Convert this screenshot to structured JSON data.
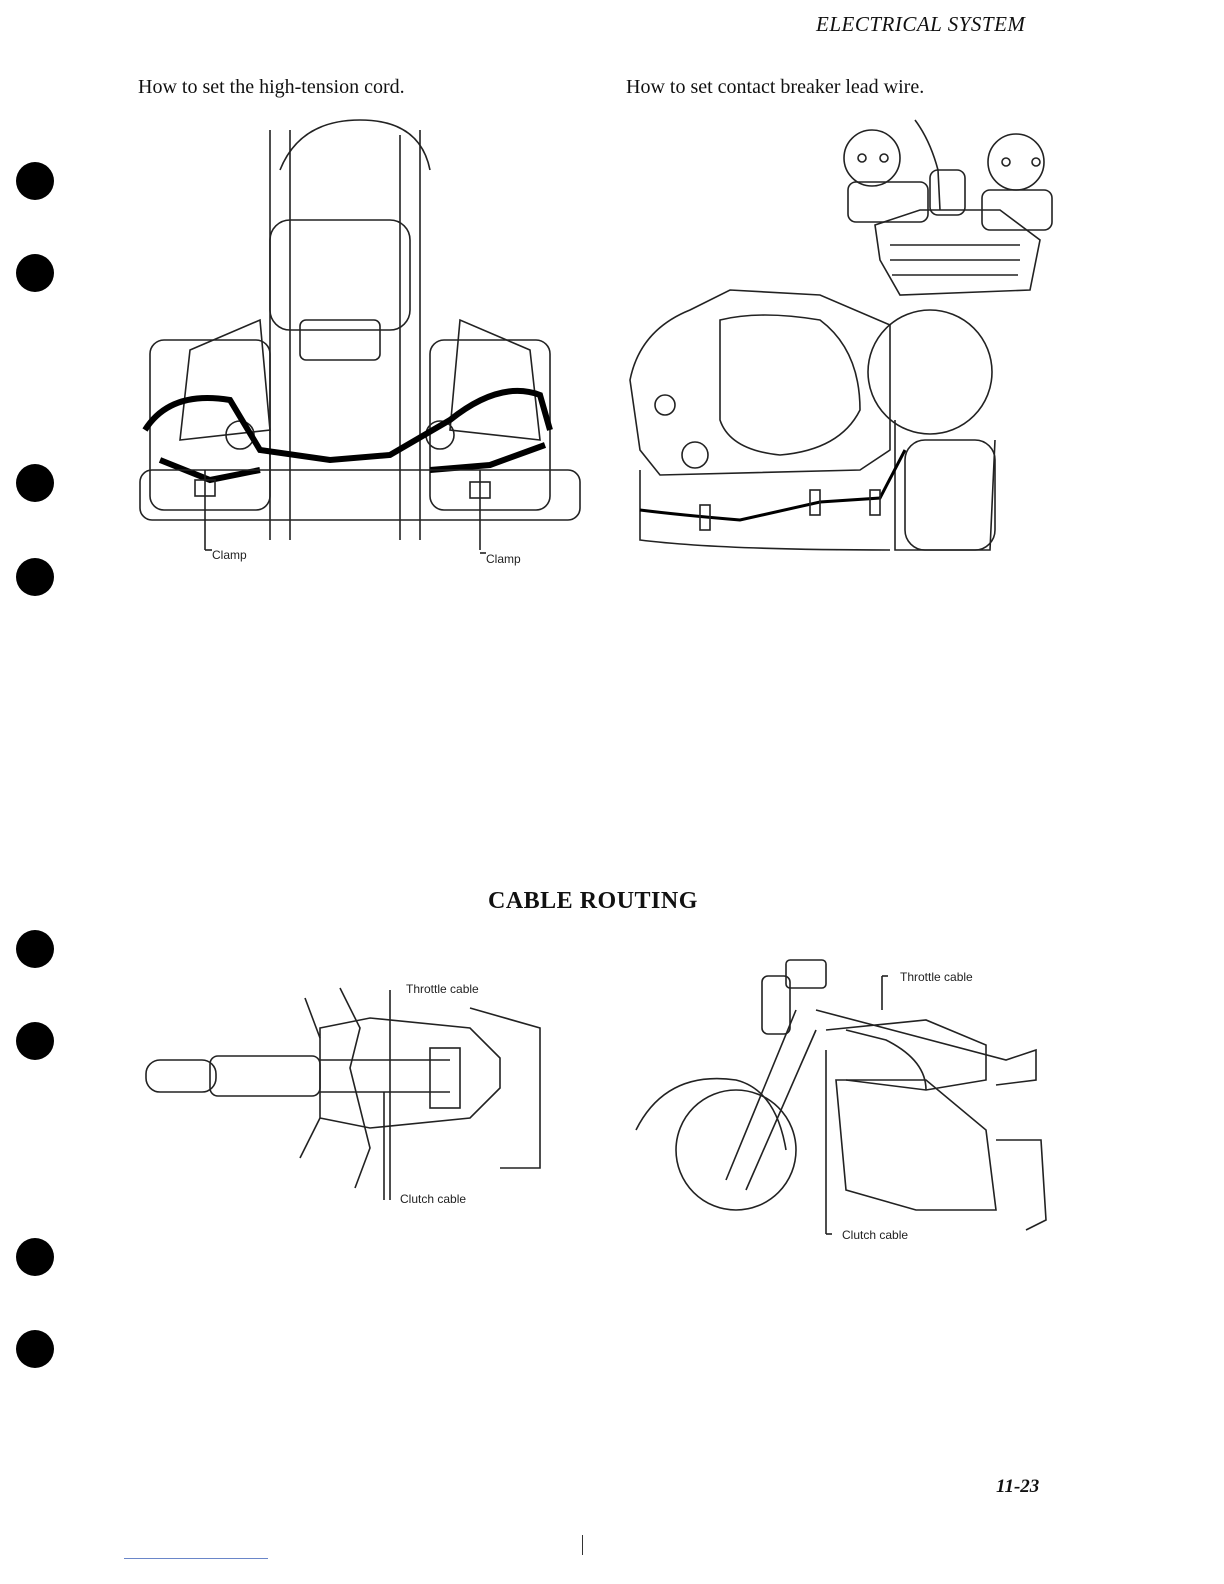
{
  "header": {
    "section": "ELECTRICAL SYSTEM"
  },
  "figures": {
    "left_top": {
      "caption": "How to set the high-tension cord.",
      "labels": [
        "Clamp",
        "Clamp"
      ]
    },
    "right_top": {
      "caption": "How to set contact breaker lead wire."
    }
  },
  "cable_routing": {
    "title": "CABLE ROUTING",
    "left": {
      "labels": {
        "throttle": "Throttle cable",
        "clutch": "Clutch cable"
      }
    },
    "right": {
      "labels": {
        "throttle": "Throttle cable",
        "clutch": "Clutch cable"
      }
    }
  },
  "footer": {
    "page_number": "11-23"
  }
}
